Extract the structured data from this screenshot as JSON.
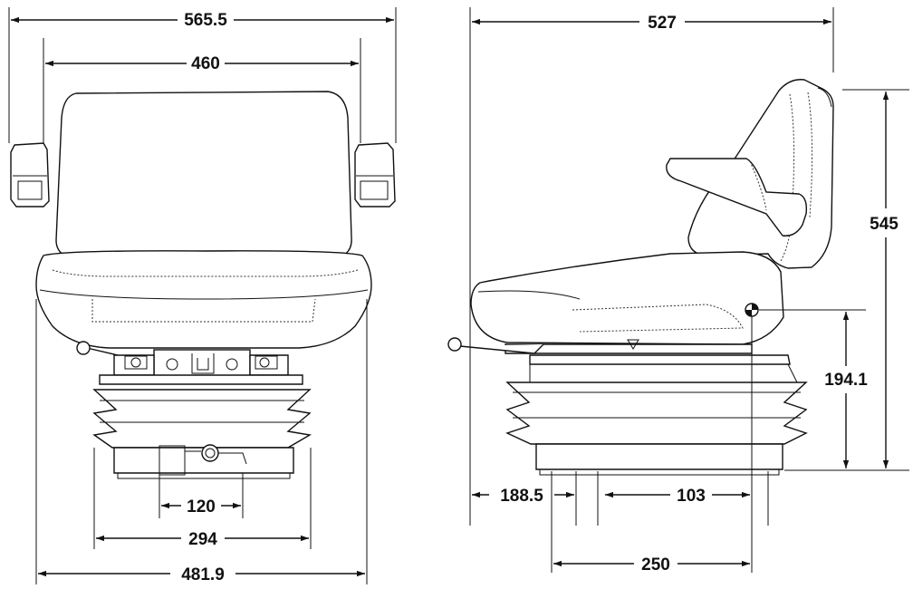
{
  "colors": {
    "line": "#111111",
    "background": "#ffffff"
  },
  "front_view": {
    "dims": {
      "overall_width": "565.5",
      "backrest_width": "460",
      "bolt_spacing": "120",
      "bellows_width": "294",
      "base_width": "481.9"
    }
  },
  "side_view": {
    "dims": {
      "overall_depth": "527",
      "overall_height": "545",
      "reference_point_height": "194.1",
      "front_offset": "188.5",
      "reference_offset": "103",
      "base_depth": "250"
    }
  }
}
